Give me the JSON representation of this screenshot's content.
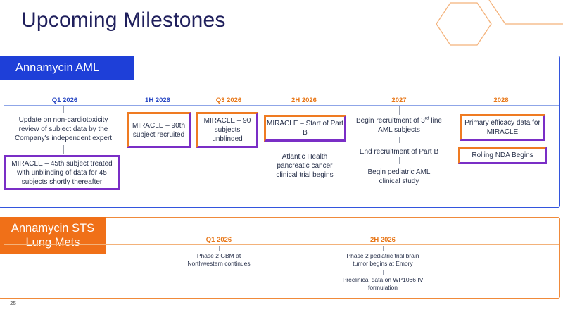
{
  "title": "Upcoming Milestones",
  "page_number": "25",
  "colors": {
    "aml_blue": "#1e3fd8",
    "sts_orange": "#f07018",
    "box_purple": "#7a2ec6",
    "box_orange": "#ef7b22",
    "title_navy": "#1f1f5c"
  },
  "aml": {
    "header": "Annamycin AML",
    "ticks": [
      "Q1 2026",
      "1H 2026",
      "Q3 2026",
      "2H 2026",
      "2027",
      "2028"
    ],
    "items": {
      "q1_text": "Update on non-cardiotoxicity review of subject data by the Company's independent expert",
      "q1_box": "MIRACLE – 45th subject treated with unblinding of data for 45 subjects shortly thereafter",
      "h1_box": "MIRACLE – 90th subject recruited",
      "q3_box": "MIRACLE – 90 subjects unblinded",
      "h2_box": "MIRACLE – Start of Part B",
      "h2_text": "Atlantic Health pancreatic cancer clinical trial begins",
      "y2027_a_pre": "Begin recruitment of 3",
      "y2027_a_sup": "rd",
      "y2027_a_post": "line AML subjects",
      "y2027_b": "End recruitment of Part B",
      "y2027_c": "Begin pediatric AML clinical study",
      "y2028_box1": "Primary efficacy data for MIRACLE",
      "y2028_box2": "Rolling NDA Begins"
    }
  },
  "sts": {
    "header": "Annamycin STS Lung Mets",
    "ticks": [
      "Q1 2026",
      "2H 2026"
    ],
    "items": {
      "q1_text": "Phase 2 GBM at Northwestern continues",
      "h2_text1": "Phase 2 pediatric trial brain tumor begins at Emory",
      "h2_text2": "Preclinical data on WP1066 IV formulation"
    }
  }
}
